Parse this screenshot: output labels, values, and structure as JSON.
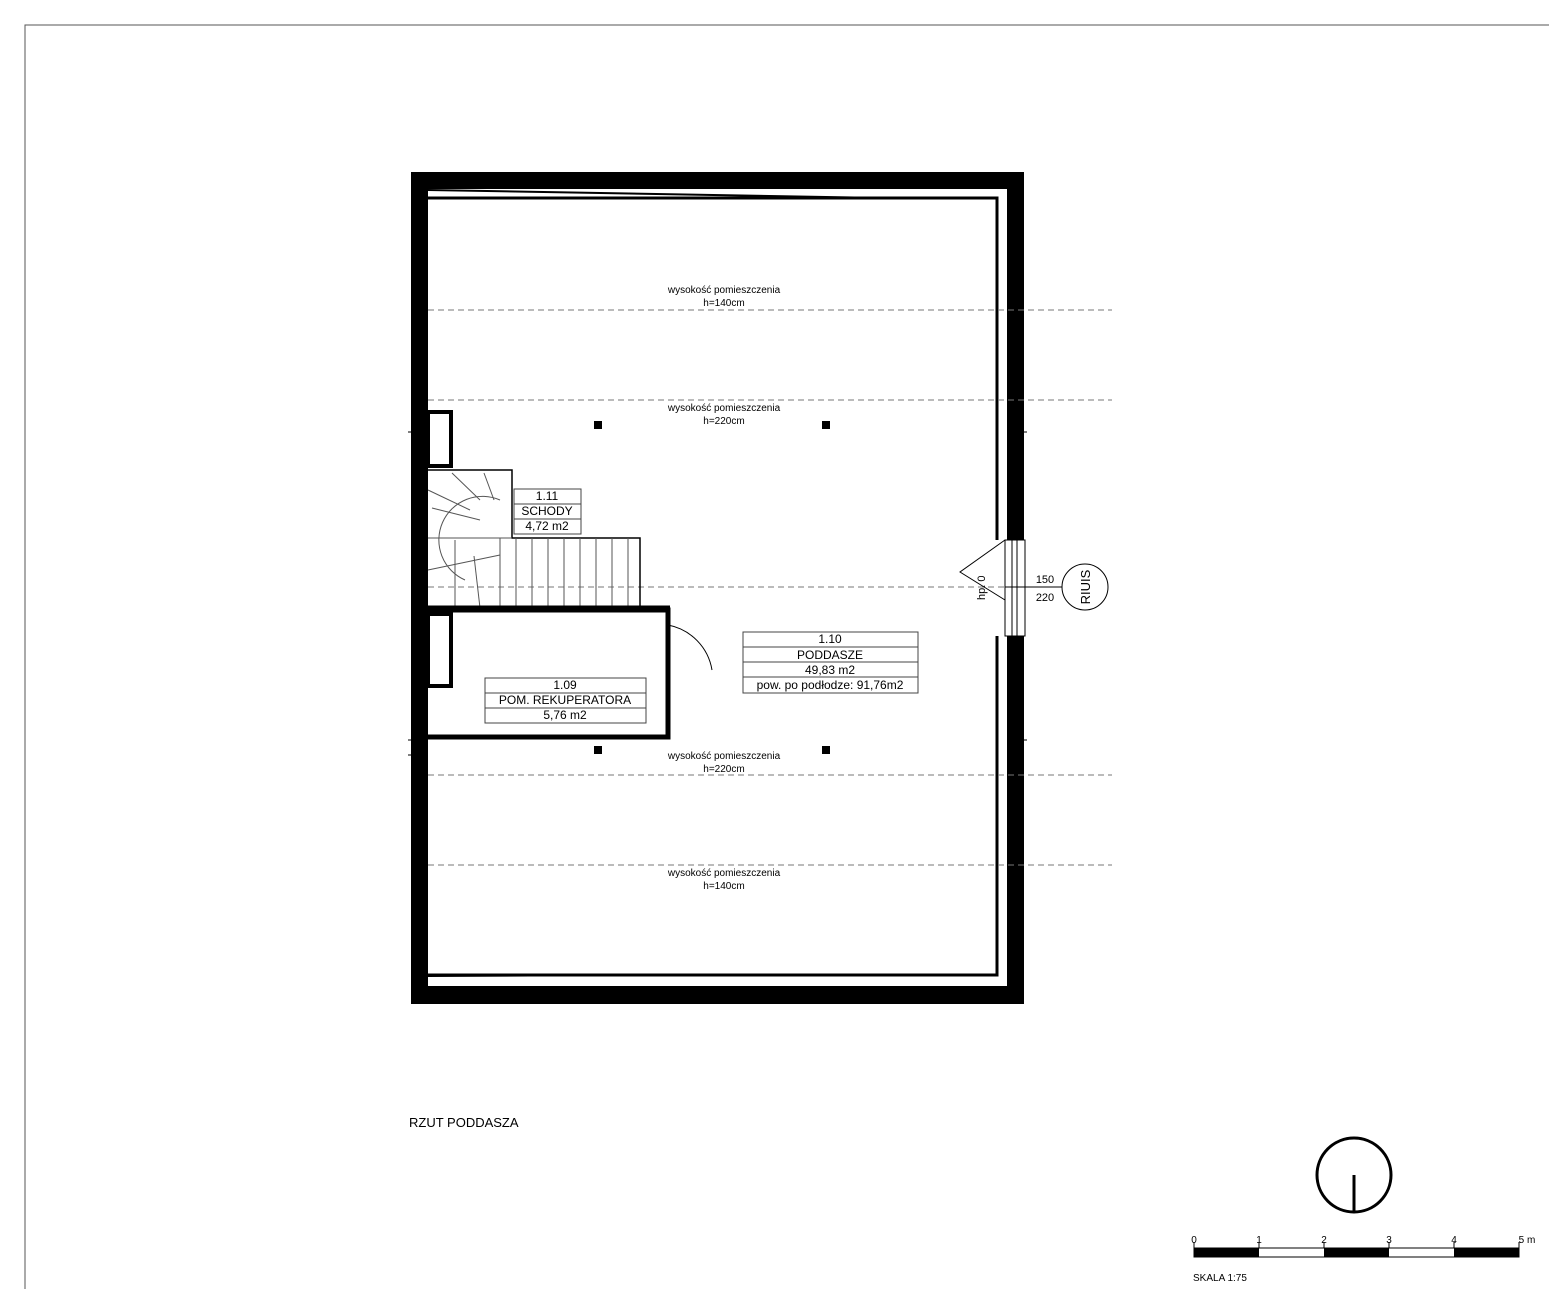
{
  "drawing_title": "RZUT PODDASZA",
  "ceiling_labels": [
    {
      "label": "wysokość pomieszczenia",
      "value": "h=140cm"
    },
    {
      "label": "wysokość pomieszczenia",
      "value": "h=220cm"
    },
    {
      "label": "wysokość pomieszczenia",
      "value": "h=220cm"
    },
    {
      "label": "wysokość pomieszczenia",
      "value": "h=140cm"
    }
  ],
  "rooms": {
    "schody": {
      "number": "1.11",
      "name": "SCHODY",
      "area": "4,72 m2"
    },
    "rekuperator": {
      "number": "1.09",
      "name": "POM. REKUPERATORA",
      "area": "5,76 m2"
    },
    "poddasze": {
      "number": "1.10",
      "name": "PODDASZE",
      "area": "49,83 m2",
      "floor_area": "pow. po podłodze: 91,76m2"
    }
  },
  "window": {
    "sill_label": "hp. 0",
    "width": "150",
    "height": "220",
    "type_code": "RIUIS"
  },
  "scale_bar": {
    "ticks": [
      "0",
      "1",
      "2",
      "3",
      "4",
      "5 m"
    ],
    "caption": "SKALA 1:75"
  },
  "north_arrow": "north-arrow-symbol"
}
